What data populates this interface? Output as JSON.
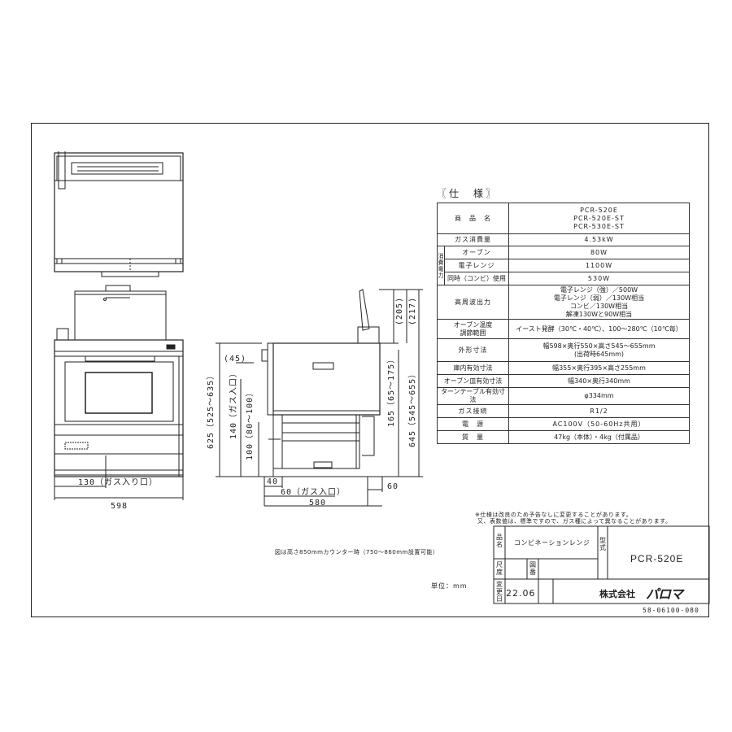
{
  "spec": {
    "title": "〖仕　様〗",
    "rows": {
      "product_label": "商　品　名",
      "product_values": [
        "PCR-520E",
        "PCR-520E-ST",
        "PCR-530E-ST"
      ],
      "gas_label": "ガス消費量",
      "gas_value": "4.53kW",
      "power_group_label": "消費電力",
      "oven_label": "オーブン",
      "oven_value": "80W",
      "range_label": "電子レンジ",
      "range_value": "1100W",
      "combi_label": "同時（コンビ）使用",
      "combi_value": "530W",
      "hf_label": "高周波出力",
      "hf_values": [
        "電子レンジ（強）／500W",
        "電子レンジ（弱）／130W相当",
        "コンビ／130W相当",
        "解凍130Wと90W相当"
      ],
      "temp_label": [
        "オーブン温度",
        "調節範囲"
      ],
      "temp_value": "イースト発酵（30℃・40℃）、100～280℃（10℃毎）",
      "outer_label": "外形寸法",
      "outer_values": [
        "幅598×奥行550×高さ545～655mm",
        "(出荷時645mm)"
      ],
      "inner_label": "庫内有効寸法",
      "inner_value": "幅355×奥行395×高さ255mm",
      "tray_label": "オーブン皿有効寸法",
      "tray_value": "幅340×奥行340mm",
      "turntable_label": "ターンテーブル有効寸法",
      "turntable_value": "φ334mm",
      "gasconn_label": "ガス接続",
      "gasconn_value": "R1/2",
      "power_label": "電　源",
      "power_value": "AC100V（50-60Hz共用）",
      "mass_label": "質　量",
      "mass_value": "47kg（本体）・4kg（付属品）"
    }
  },
  "notes": {
    "line1": "※仕様は改良のため予告なしに変更することがあります。",
    "line2": "又、表数値は、標準ですので、ガス種によって異なることがあります。",
    "counter": "図は高さ850mmカウンター時（750～860mm設置可能）",
    "unit": "単位：mm"
  },
  "title_block": {
    "hinmei_label": "品名",
    "product_name": "コンビネーションレンジ",
    "kata_label": "型式",
    "model": "PCR-520E",
    "shakudo_label": "尺度",
    "zuban_label": "図番",
    "henkou_label": "変更日",
    "date": "22.06",
    "company": "株式会社",
    "logo": "パロマ",
    "doc_number": "58-06100-080"
  },
  "dimensions": {
    "gas_inlet": "130（ガス入り口）",
    "width": "598",
    "d45": "(45)",
    "h625": "625（525～635）",
    "h140": "140（ガス入口）",
    "h100": "100（80～100）",
    "d40": "40",
    "d60_gas": "60（ガス入口）",
    "depth": "580",
    "h165": "165（65～175）",
    "h645": "645（545～655）",
    "d60_right": "60",
    "h205": "(205)",
    "h217": "(217)"
  }
}
